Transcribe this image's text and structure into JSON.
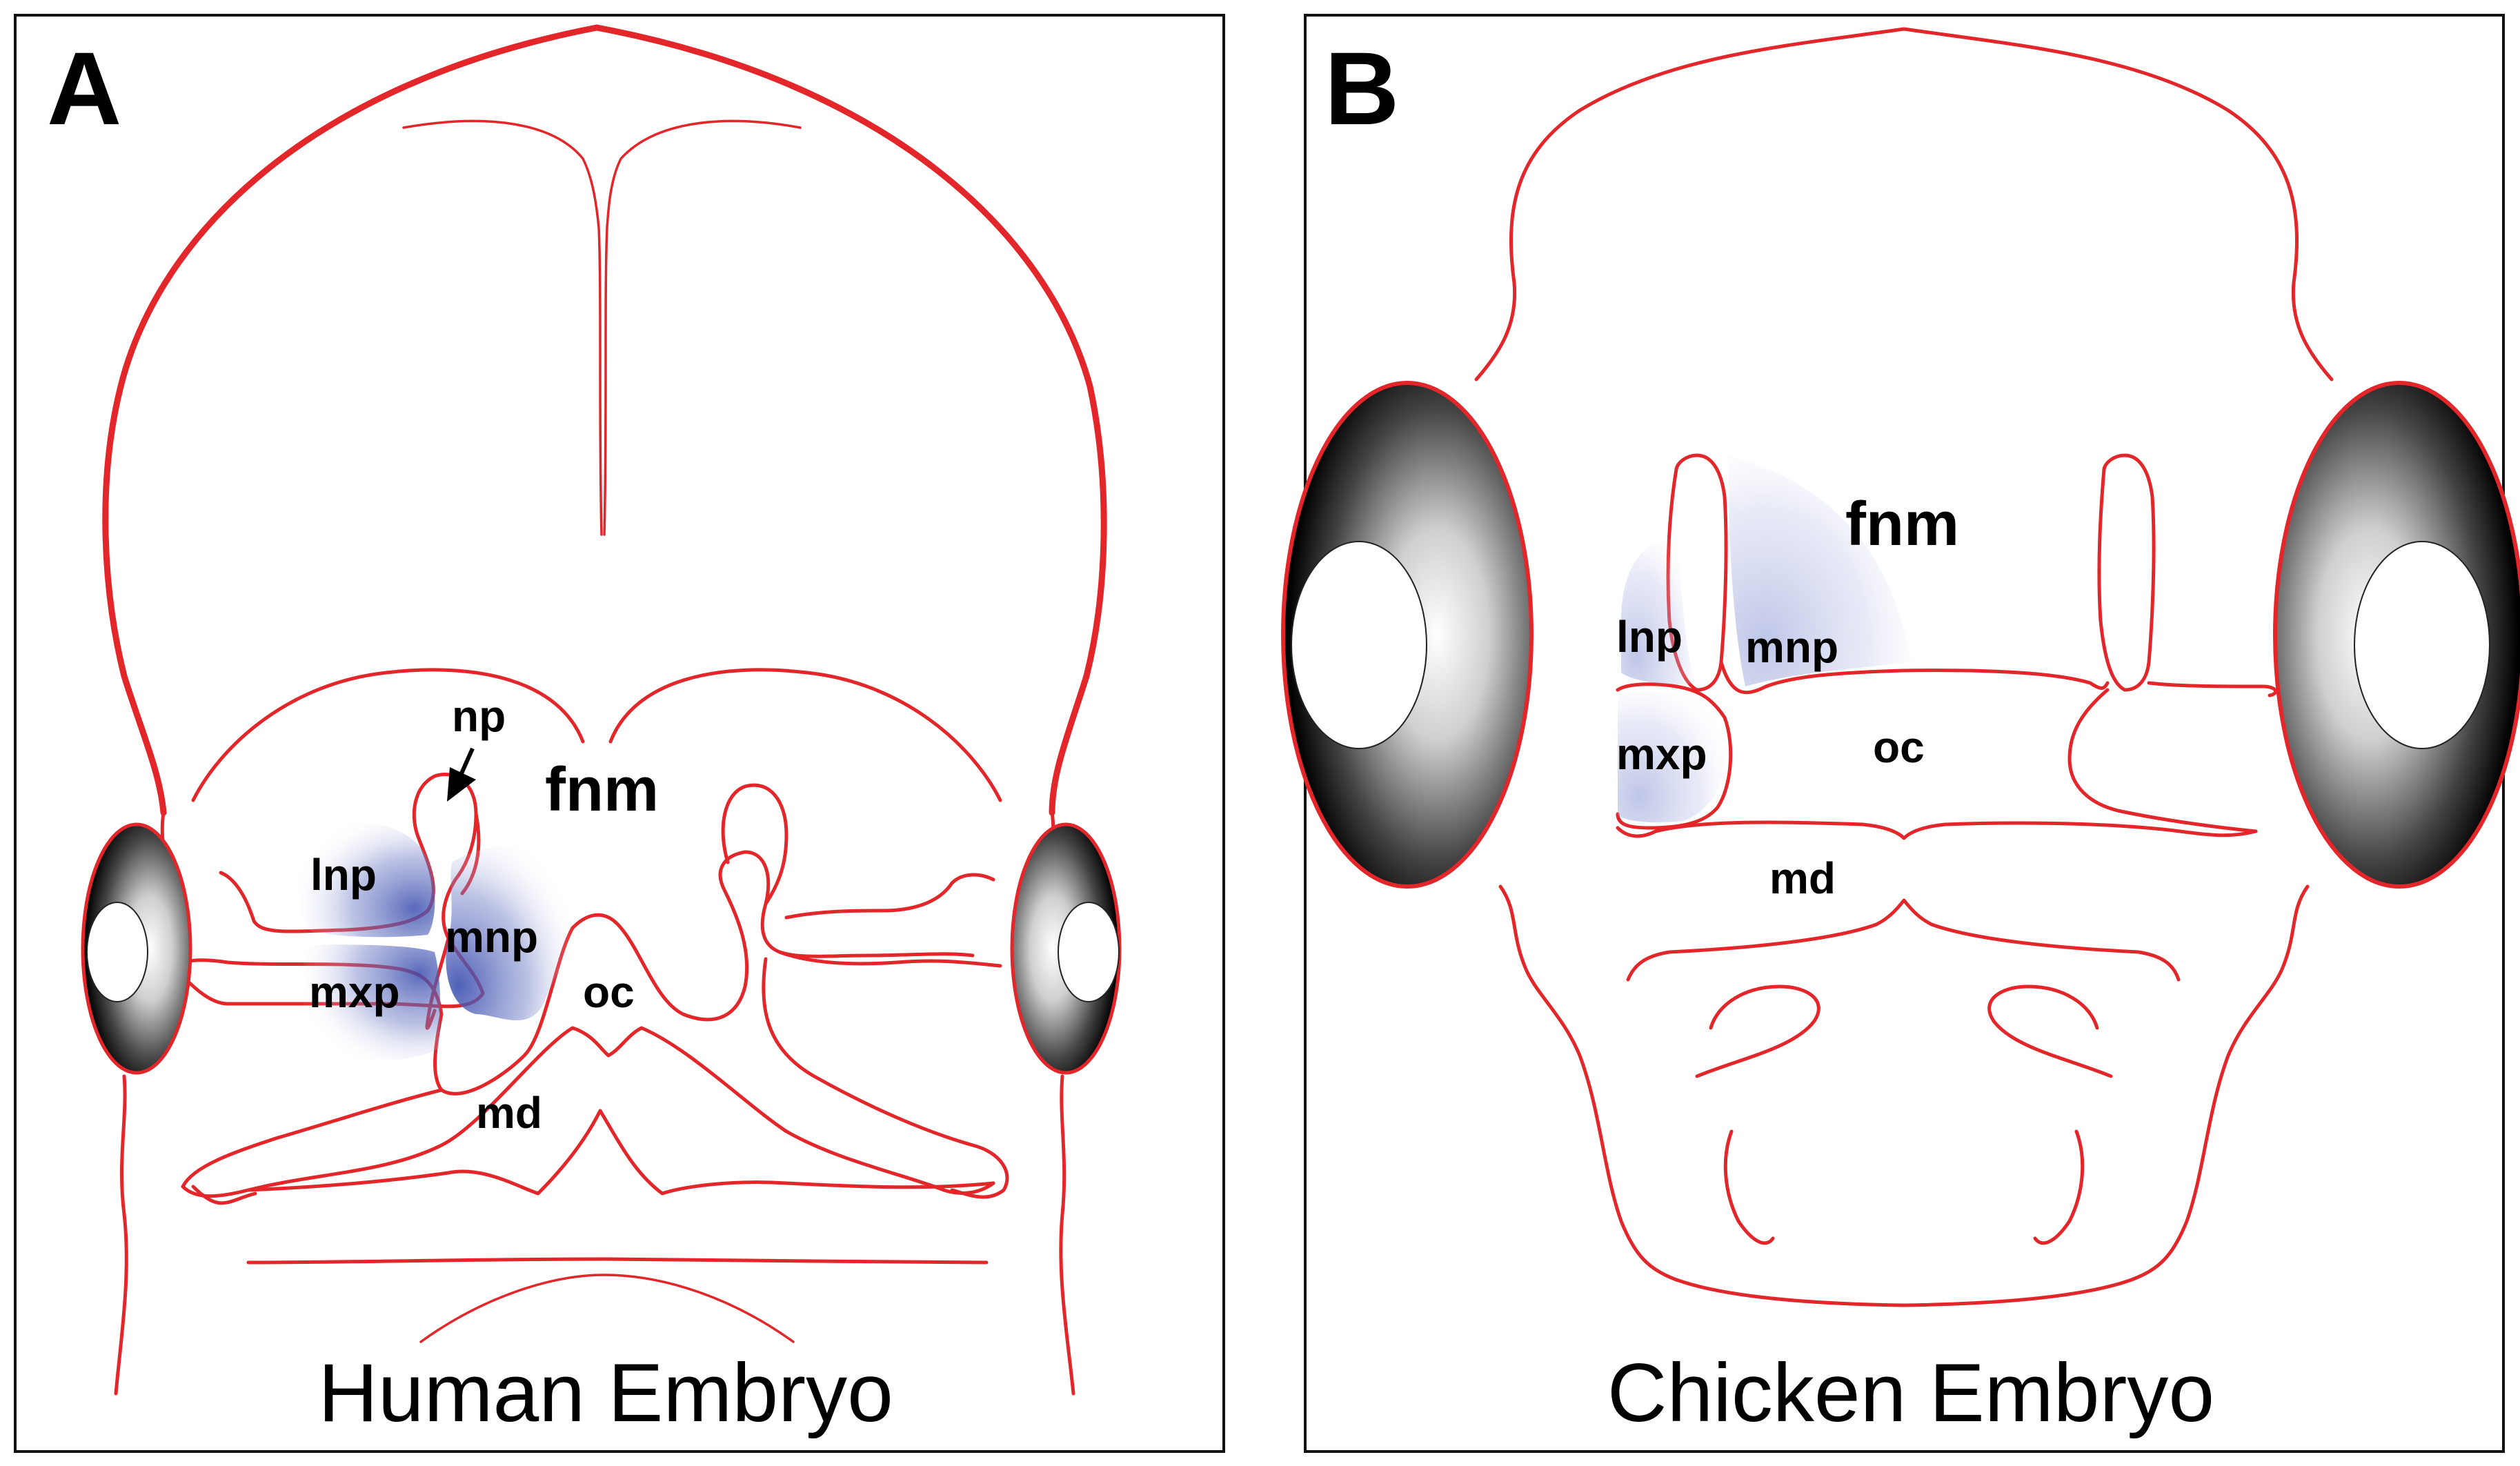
{
  "panels": {
    "a": {
      "letter": "A",
      "caption": "Human Embryo",
      "labels": {
        "np": "np",
        "fnm": "fnm",
        "lnp": "lnp",
        "mnp": "mnp",
        "mxp": "mxp",
        "oc": "oc",
        "md": "md"
      }
    },
    "b": {
      "letter": "B",
      "caption": "Chicken Embryo",
      "labels": {
        "fnm": "fnm",
        "lnp": "lnp",
        "mnp": "mnp",
        "mxp": "mxp",
        "oc": "oc",
        "md": "md"
      }
    }
  },
  "colors": {
    "outline": "#e3262a",
    "highlight": "#3b4fae",
    "eye_dark": "#000000",
    "eye_light": "#ffffff"
  }
}
